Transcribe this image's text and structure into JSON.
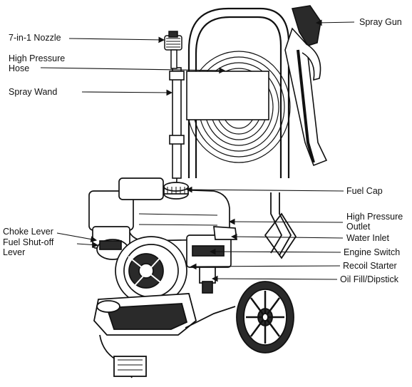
{
  "labels": {
    "spray_gun": "Spray Gun",
    "nozzle": "7-in-1 Nozzle",
    "hose_line1": "High Pressure",
    "hose_line2": "Hose",
    "spray_wand": "Spray Wand",
    "fuel_cap": "Fuel Cap",
    "outlet_line1": "High Pressure",
    "outlet_line2": "Outlet",
    "water_inlet": "Water Inlet",
    "engine_switch": "Engine Switch",
    "recoil_starter": "Recoil Starter",
    "oil_fill": "Oil Fill/Dipstick",
    "choke_lever": "Choke Lever",
    "fuel_shutoff_line1": "Fuel Shut-off",
    "fuel_shutoff_line2": "Lever"
  },
  "colors": {
    "line": "#111111",
    "fill": "#ffffff",
    "shade": "#2a2a2a"
  }
}
